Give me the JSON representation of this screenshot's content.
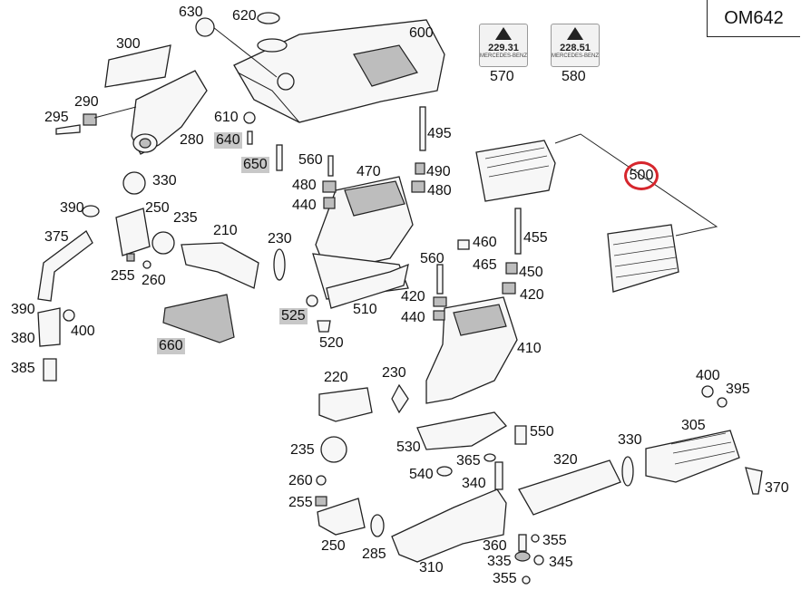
{
  "title": "OM642",
  "accent_color": "#d6262d",
  "highlight_color": "#c8c8c8",
  "stickers": [
    {
      "value": "229.31",
      "sub": "MERCEDES-BENZ",
      "number": "570"
    },
    {
      "value": "228.51",
      "sub": "MERCEDES-BENZ",
      "number": "580"
    }
  ],
  "labels": {
    "l630": "630",
    "l620": "620",
    "l600": "600",
    "l300": "300",
    "l290": "290",
    "l295": "295",
    "l280": "280",
    "l610": "610",
    "l640": "640",
    "l650": "650",
    "l495": "495",
    "l560a": "560",
    "l470": "470",
    "l490": "490",
    "l480a": "480",
    "l480b": "480",
    "l440a": "440",
    "l500": "500",
    "l330a": "330",
    "l390a": "390",
    "l250a": "250",
    "l235a": "235",
    "l210": "210",
    "l375": "375",
    "l255a": "255",
    "l260a": "260",
    "l230a": "230",
    "l455": "455",
    "l460": "460",
    "l465": "465",
    "l560b": "560",
    "l450": "450",
    "l420a": "420",
    "l420b": "420",
    "l440b": "440",
    "l525": "525",
    "l510": "510",
    "l390b": "390",
    "l400a": "400",
    "l380": "380",
    "l660": "660",
    "l520": "520",
    "l410": "410",
    "l385": "385",
    "l220": "220",
    "l230b": "230",
    "l400b": "400",
    "l395": "395",
    "l305": "305",
    "l330b": "330",
    "l550": "550",
    "l530": "530",
    "l235b": "235",
    "l320": "320",
    "l365": "365",
    "l540": "540",
    "l260b": "260",
    "l370": "370",
    "l340": "340",
    "l255b": "255",
    "l250b": "250",
    "l285": "285",
    "l360": "360",
    "l355a": "355",
    "l335": "335",
    "l345": "345",
    "l310": "310",
    "l355b": "355"
  }
}
